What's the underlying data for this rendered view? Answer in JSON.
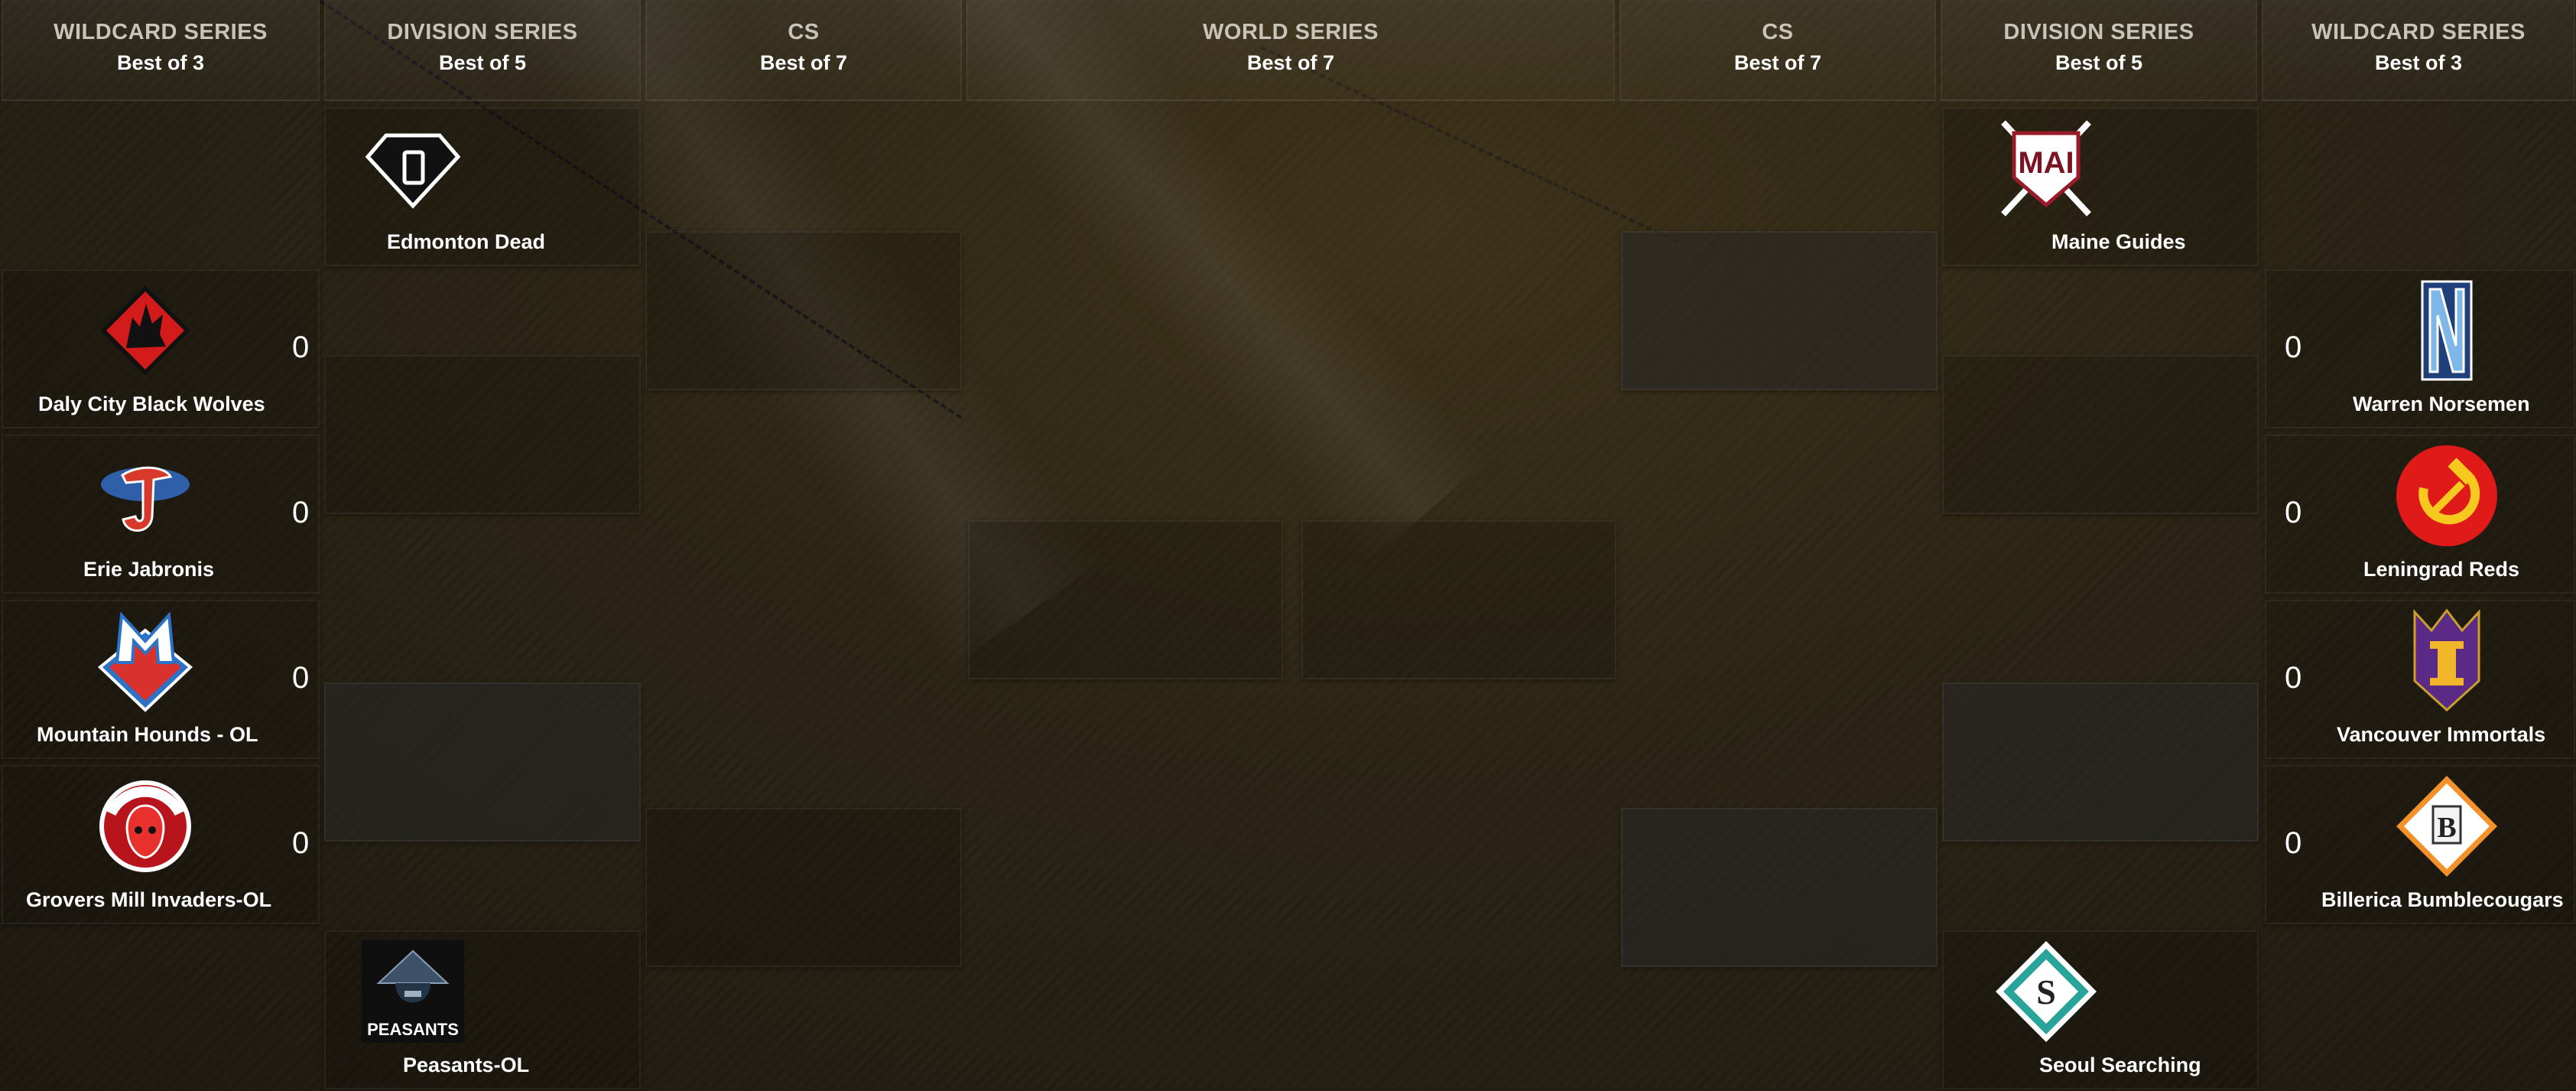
{
  "headers": {
    "wc_left": {
      "title": "WILDCARD SERIES",
      "sub": "Best of 3"
    },
    "ds_left": {
      "title": "DIVISION SERIES",
      "sub": "Best of 5"
    },
    "cs_left": {
      "title": "CS",
      "sub": "Best of 7"
    },
    "ws": {
      "title": "WORLD SERIES",
      "sub": "Best of 7"
    },
    "cs_right": {
      "title": "CS",
      "sub": "Best of 7"
    },
    "ds_right": {
      "title": "DIVISION SERIES",
      "sub": "Best of 5"
    },
    "wc_right": {
      "title": "WILDCARD SERIES",
      "sub": "Best of 3"
    }
  },
  "left": {
    "ds_top": {
      "name": "Edmonton Dead",
      "icon": "diamond-d-logo"
    },
    "ds_bottom": {
      "name": "Peasants-OL",
      "icon": "peasants-logo"
    },
    "wildcard": [
      {
        "name": "Daly City Black Wolves",
        "score": "0",
        "icon": "wolf-logo"
      },
      {
        "name": "Erie Jabronis",
        "score": "0",
        "icon": "j-logo"
      },
      {
        "name": "Mountain Hounds - OL",
        "score": "0",
        "icon": "m-shield-logo"
      },
      {
        "name": "Grovers Mill Invaders-OL",
        "score": "0",
        "icon": "invaders-logo"
      }
    ]
  },
  "right": {
    "ds_top": {
      "name": "Maine Guides",
      "icon": "mai-logo"
    },
    "ds_bottom": {
      "name": "Seoul Searching",
      "icon": "s-diamond-logo"
    },
    "wildcard": [
      {
        "name": "Warren Norsemen",
        "score": "0",
        "icon": "n-logo"
      },
      {
        "name": "Leningrad Reds",
        "score": "0",
        "icon": "hammer-sickle-logo"
      },
      {
        "name": "Vancouver Immortals",
        "score": "0",
        "icon": "crown-i-logo"
      },
      {
        "name": "Billerica Bumblecougars",
        "score": "0",
        "icon": "b-diamond-logo"
      }
    ]
  },
  "colors": {
    "background": "#2a2314",
    "text": "#ffffff",
    "header_text": "#c9c4b8"
  }
}
